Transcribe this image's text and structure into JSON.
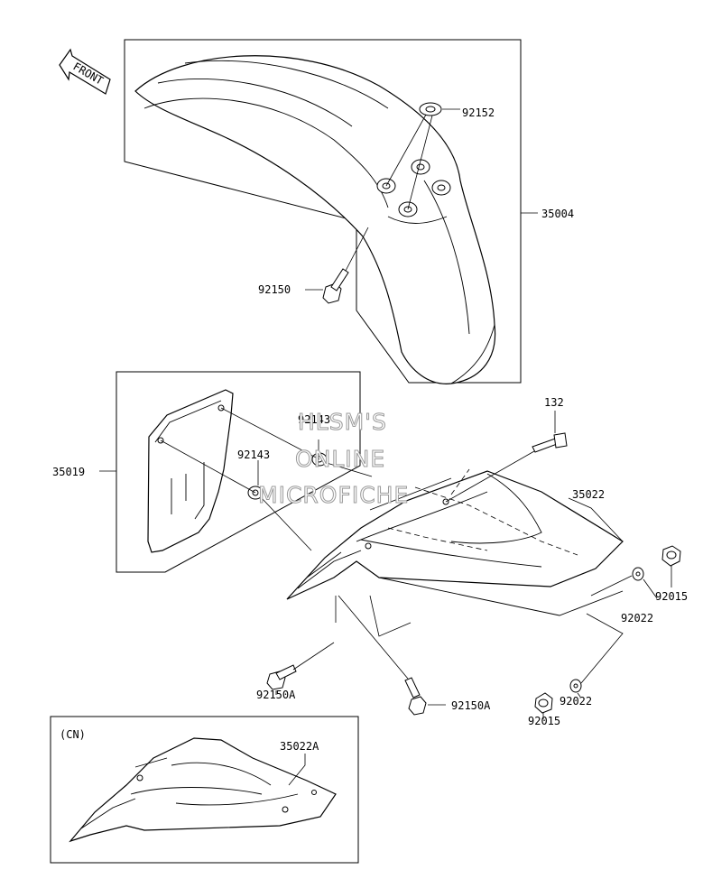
{
  "diagram": {
    "front_arrow_label": "FRONT",
    "region_label": "(CN)",
    "watermark": [
      "HLSM'S",
      "ONLINE",
      "MICROFICHE"
    ],
    "parts": {
      "p92152": "92152",
      "p35004": "35004",
      "p92150_top": "92150",
      "p132": "132",
      "p92143_a": "92143",
      "p92143_b": "92143",
      "p35019": "35019",
      "p35022": "35022",
      "p92015_a": "92015",
      "p92022_a": "92022",
      "p92150A_a": "92150A",
      "p92150A_b": "92150A",
      "p92022_b": "92022",
      "p92015_b": "92015",
      "p35022A": "35022A"
    }
  }
}
